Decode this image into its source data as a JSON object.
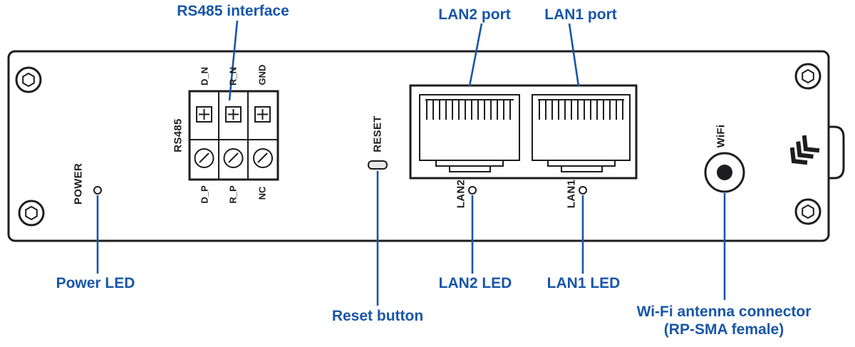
{
  "colors": {
    "callout_text": "#1856a8",
    "panel_ink": "#1d1d1f"
  },
  "callouts": {
    "rs485_interface": "RS485 interface",
    "lan2_port": "LAN2 port",
    "lan1_port": "LAN1 port",
    "power_led": "Power LED",
    "reset_button": "Reset button",
    "lan2_led": "LAN2 LED",
    "lan1_led": "LAN1 LED",
    "wifi_line1": "Wi-Fi antenna connector",
    "wifi_line2": "(RP-SMA female)"
  },
  "panel_labels": {
    "power": "POWER",
    "rs485": "RS485",
    "reset": "RESET",
    "lan2": "LAN2",
    "lan1": "LAN1",
    "wifi": "WiFi",
    "pins_top": [
      "D_N",
      "R_N",
      "GND"
    ],
    "pins_bottom": [
      "D_P",
      "R_P",
      "NC"
    ]
  }
}
